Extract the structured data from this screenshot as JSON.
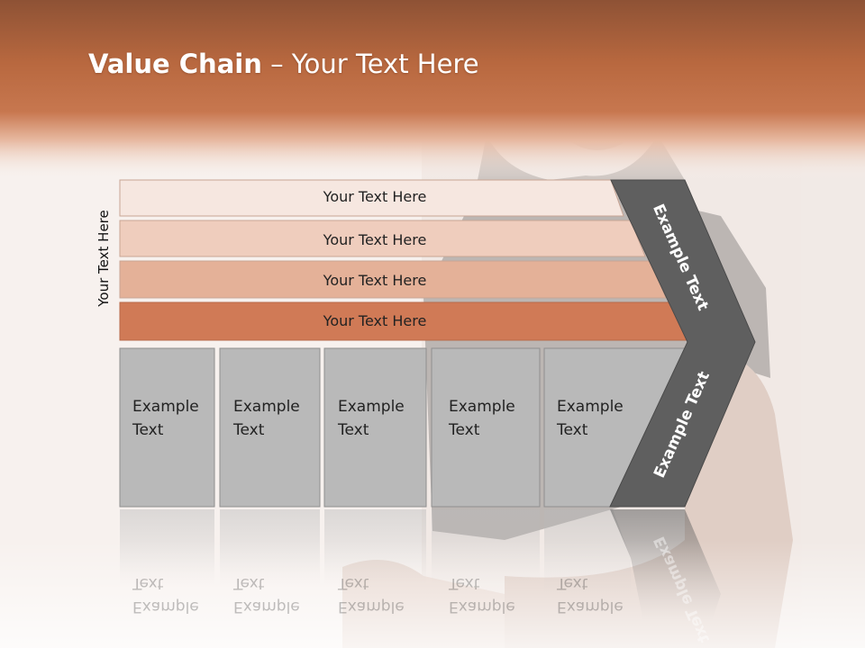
{
  "slide": {
    "title_bold": "Value Chain",
    "title_rest": " – Your Text Here",
    "side_label": "Your Text Here"
  },
  "bands": [
    {
      "label": "Your Text Here",
      "color": "#f6e7e0"
    },
    {
      "label": "Your Text Here",
      "color": "#efcdbd"
    },
    {
      "label": "Your Text Here",
      "color": "#e4b198"
    },
    {
      "label": "Your Text Here",
      "color": "#d07a56"
    }
  ],
  "columns": [
    {
      "line1": "Example",
      "line2": "Text"
    },
    {
      "line1": "Example",
      "line2": "Text"
    },
    {
      "line1": "Example",
      "line2": "Text"
    },
    {
      "line1": "Example",
      "line2": "Text"
    },
    {
      "line1": "Example",
      "line2": "Text"
    }
  ],
  "chevron": {
    "upper_label": "Example Text",
    "lower_label": "Example Text",
    "color": "#5f5f5f"
  },
  "colors": {
    "header": "#c4714a",
    "column_fill": "#b9b9b9",
    "column_stroke": "#8f8f8f"
  }
}
